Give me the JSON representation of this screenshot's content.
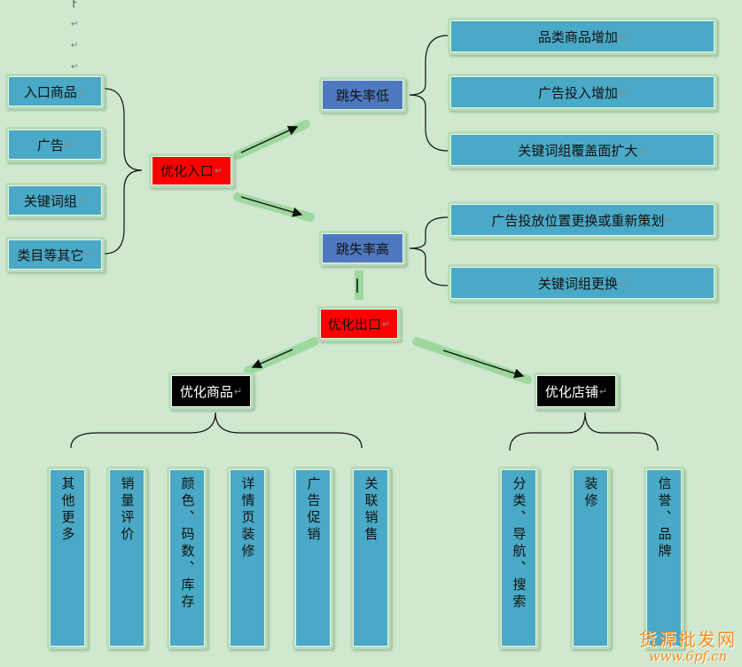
{
  "colors": {
    "background": "#cfe8cf",
    "teal_box": "#4aa9c6",
    "blue_box": "#4f79bf",
    "red_box": "#ff0000",
    "black_box": "#000000",
    "watermark": "#ff8c1a"
  },
  "return_mark": "↵",
  "left_inputs": [
    "入口商品",
    "广告",
    "关键词组",
    "类目等其它"
  ],
  "optimize_entry": "优化入口",
  "bounce_low": "跳失率低",
  "bounce_high": "跳失率高",
  "low_actions": [
    "品类商品增加",
    "广告投入增加",
    "关键词组覆盖面扩大"
  ],
  "high_actions": [
    "广告投放位置更换或重新策划",
    "关键词组更换"
  ],
  "optimize_exit": "优化出口",
  "optimize_goods": "优化商品",
  "optimize_store": "优化店铺",
  "goods_items": [
    "其他更多",
    "销量评价",
    "颜色、码数、库存",
    "详情页装修",
    "广告促销",
    "关联销售"
  ],
  "store_items": [
    "分类、导航、搜索",
    "装修",
    "信誉、品牌"
  ],
  "watermark": {
    "line1": "货源批发网",
    "line2": "www.6pf.cn"
  }
}
